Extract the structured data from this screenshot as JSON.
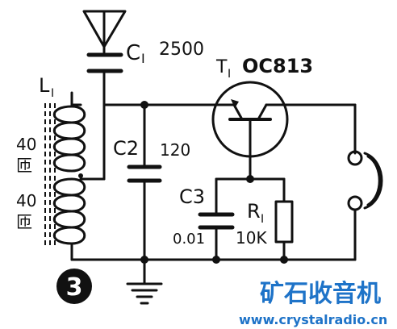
{
  "schematic": {
    "labels": {
      "c1": "C",
      "c1_sub": "I",
      "c1_value": "2500",
      "t1": "T",
      "t1_sub": "I",
      "transistor_model": "OC813",
      "l1": "L",
      "l1_sub": "I",
      "coil_turns_top": "40",
      "coil_unit_top": "匝",
      "coil_turns_bottom": "40",
      "coil_unit_bottom": "匝",
      "c2": "C2",
      "c2_value": "120",
      "c3": "C3",
      "c3_value": "0.01",
      "r1": "R",
      "r1_sub": "I",
      "r1_value": "10K",
      "figure_number": "3"
    },
    "watermark": {
      "chinese_text": "矿石收音机",
      "url": "www.crystalradio.cn",
      "color": "#1e73c8"
    }
  }
}
